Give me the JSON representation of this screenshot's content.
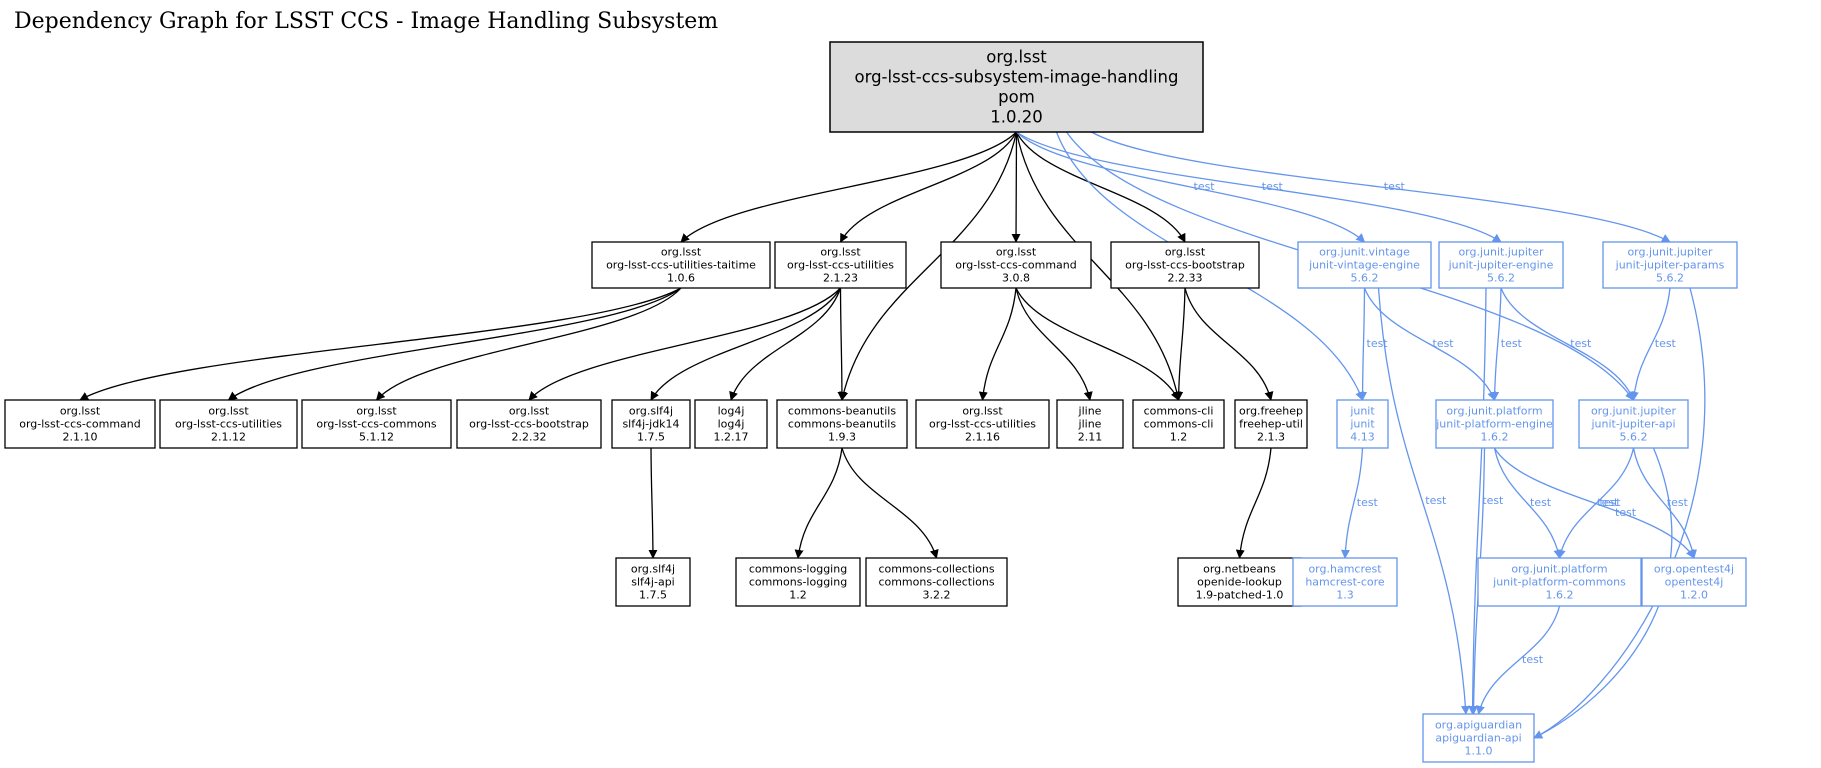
{
  "title": "Dependency Graph for LSST CCS - Image Handling Subsystem",
  "colors": {
    "compile": "#000000",
    "test": "#6495ed",
    "root_fill": "#dcdcdc"
  },
  "nodes": [
    {
      "id": "root",
      "lines": [
        "org.lsst",
        "org-lsst-ccs-subsystem-image-handling",
        "pom",
        "1.0.20"
      ],
      "scope": "root"
    },
    {
      "id": "taitime",
      "lines": [
        "org.lsst",
        "org-lsst-ccs-utilities-taitime",
        "1.0.6"
      ],
      "scope": "compile"
    },
    {
      "id": "util2123",
      "lines": [
        "org.lsst",
        "org-lsst-ccs-utilities",
        "2.1.23"
      ],
      "scope": "compile"
    },
    {
      "id": "cmd308",
      "lines": [
        "org.lsst",
        "org-lsst-ccs-command",
        "3.0.8"
      ],
      "scope": "compile"
    },
    {
      "id": "boot2233",
      "lines": [
        "org.lsst",
        "org-lsst-ccs-bootstrap",
        "2.2.33"
      ],
      "scope": "compile"
    },
    {
      "id": "vintage",
      "lines": [
        "org.junit.vintage",
        "junit-vintage-engine",
        "5.6.2"
      ],
      "scope": "test"
    },
    {
      "id": "jupeng",
      "lines": [
        "org.junit.jupiter",
        "junit-jupiter-engine",
        "5.6.2"
      ],
      "scope": "test"
    },
    {
      "id": "juppar",
      "lines": [
        "org.junit.jupiter",
        "junit-jupiter-params",
        "5.6.2"
      ],
      "scope": "test"
    },
    {
      "id": "cmd2110",
      "lines": [
        "org.lsst",
        "org-lsst-ccs-command",
        "2.1.10"
      ],
      "scope": "compile"
    },
    {
      "id": "util2112",
      "lines": [
        "org.lsst",
        "org-lsst-ccs-utilities",
        "2.1.12"
      ],
      "scope": "compile"
    },
    {
      "id": "commons5112",
      "lines": [
        "org.lsst",
        "org-lsst-ccs-commons",
        "5.1.12"
      ],
      "scope": "compile"
    },
    {
      "id": "boot2232",
      "lines": [
        "org.lsst",
        "org-lsst-ccs-bootstrap",
        "2.2.32"
      ],
      "scope": "compile"
    },
    {
      "id": "slf4jjdk",
      "lines": [
        "org.slf4j",
        "slf4j-jdk14",
        "1.7.5"
      ],
      "scope": "compile"
    },
    {
      "id": "log4j",
      "lines": [
        "log4j",
        "log4j",
        "1.2.17"
      ],
      "scope": "compile"
    },
    {
      "id": "beanutils",
      "lines": [
        "commons-beanutils",
        "commons-beanutils",
        "1.9.3"
      ],
      "scope": "compile"
    },
    {
      "id": "util2116",
      "lines": [
        "org.lsst",
        "org-lsst-ccs-utilities",
        "2.1.16"
      ],
      "scope": "compile"
    },
    {
      "id": "jline",
      "lines": [
        "jline",
        "jline",
        "2.11"
      ],
      "scope": "compile"
    },
    {
      "id": "cli",
      "lines": [
        "commons-cli",
        "commons-cli",
        "1.2"
      ],
      "scope": "compile"
    },
    {
      "id": "freehep",
      "lines": [
        "org.freehep",
        "freehep-util",
        "2.1.3"
      ],
      "scope": "compile"
    },
    {
      "id": "junit",
      "lines": [
        "junit",
        "junit",
        "4.13"
      ],
      "scope": "test"
    },
    {
      "id": "plateng",
      "lines": [
        "org.junit.platform",
        "junit-platform-engine",
        "1.6.2"
      ],
      "scope": "test"
    },
    {
      "id": "jupapi",
      "lines": [
        "org.junit.jupiter",
        "junit-jupiter-api",
        "5.6.2"
      ],
      "scope": "test"
    },
    {
      "id": "slf4japi",
      "lines": [
        "org.slf4j",
        "slf4j-api",
        "1.7.5"
      ],
      "scope": "compile"
    },
    {
      "id": "logging",
      "lines": [
        "commons-logging",
        "commons-logging",
        "1.2"
      ],
      "scope": "compile"
    },
    {
      "id": "collections",
      "lines": [
        "commons-collections",
        "commons-collections",
        "3.2.2"
      ],
      "scope": "compile"
    },
    {
      "id": "openide",
      "lines": [
        "org.netbeans",
        "openide-lookup",
        "1.9-patched-1.0"
      ],
      "scope": "compile"
    },
    {
      "id": "hamcrest",
      "lines": [
        "org.hamcrest",
        "hamcrest-core",
        "1.3"
      ],
      "scope": "test"
    },
    {
      "id": "platcom",
      "lines": [
        "org.junit.platform",
        "junit-platform-commons",
        "1.6.2"
      ],
      "scope": "test"
    },
    {
      "id": "opentest",
      "lines": [
        "org.opentest4j",
        "opentest4j",
        "1.2.0"
      ],
      "scope": "test"
    },
    {
      "id": "apiguard",
      "lines": [
        "org.apiguardian",
        "apiguardian-api",
        "1.1.0"
      ],
      "scope": "test"
    }
  ],
  "edges": [
    {
      "from": "root",
      "to": "taitime",
      "scope": "compile"
    },
    {
      "from": "root",
      "to": "util2123",
      "scope": "compile"
    },
    {
      "from": "root",
      "to": "beanutils",
      "scope": "compile"
    },
    {
      "from": "root",
      "to": "cmd308",
      "scope": "compile"
    },
    {
      "from": "root",
      "to": "cli",
      "scope": "compile"
    },
    {
      "from": "root",
      "to": "boot2233",
      "scope": "compile"
    },
    {
      "from": "root",
      "to": "junit",
      "scope": "test",
      "label": "test"
    },
    {
      "from": "root",
      "to": "vintage",
      "scope": "test",
      "label": "test"
    },
    {
      "from": "root",
      "to": "jupeng",
      "scope": "test",
      "label": "test"
    },
    {
      "from": "root",
      "to": "jupapi",
      "scope": "test",
      "label": "test"
    },
    {
      "from": "root",
      "to": "juppar",
      "scope": "test",
      "label": "test"
    },
    {
      "from": "taitime",
      "to": "cmd2110",
      "scope": "compile"
    },
    {
      "from": "taitime",
      "to": "util2112",
      "scope": "compile"
    },
    {
      "from": "taitime",
      "to": "commons5112",
      "scope": "compile"
    },
    {
      "from": "util2123",
      "to": "boot2232",
      "scope": "compile"
    },
    {
      "from": "util2123",
      "to": "slf4jjdk",
      "scope": "compile"
    },
    {
      "from": "util2123",
      "to": "log4j",
      "scope": "compile"
    },
    {
      "from": "util2123",
      "to": "beanutils",
      "scope": "compile"
    },
    {
      "from": "cmd308",
      "to": "util2116",
      "scope": "compile"
    },
    {
      "from": "cmd308",
      "to": "jline",
      "scope": "compile"
    },
    {
      "from": "cmd308",
      "to": "cli",
      "scope": "compile"
    },
    {
      "from": "boot2233",
      "to": "cli",
      "scope": "compile"
    },
    {
      "from": "boot2233",
      "to": "freehep",
      "scope": "compile"
    },
    {
      "from": "slf4jjdk",
      "to": "slf4japi",
      "scope": "compile"
    },
    {
      "from": "beanutils",
      "to": "logging",
      "scope": "compile"
    },
    {
      "from": "beanutils",
      "to": "collections",
      "scope": "compile"
    },
    {
      "from": "freehep",
      "to": "openide",
      "scope": "compile"
    },
    {
      "from": "vintage",
      "to": "junit",
      "scope": "test",
      "label": "test"
    },
    {
      "from": "vintage",
      "to": "plateng",
      "scope": "test",
      "label": "test"
    },
    {
      "from": "vintage",
      "to": "apiguard",
      "scope": "test",
      "label": "test"
    },
    {
      "from": "jupeng",
      "to": "plateng",
      "scope": "test",
      "label": "test"
    },
    {
      "from": "jupeng",
      "to": "jupapi",
      "scope": "test",
      "label": "test"
    },
    {
      "from": "jupeng",
      "to": "apiguard",
      "scope": "test",
      "label": "test"
    },
    {
      "from": "juppar",
      "to": "jupapi",
      "scope": "test",
      "label": "test"
    },
    {
      "from": "juppar",
      "to": "apiguard",
      "scope": "test",
      "label": "test"
    },
    {
      "from": "junit",
      "to": "hamcrest",
      "scope": "test",
      "label": "test"
    },
    {
      "from": "plateng",
      "to": "platcom",
      "scope": "test",
      "label": "test"
    },
    {
      "from": "plateng",
      "to": "opentest",
      "scope": "test",
      "label": "test"
    },
    {
      "from": "plateng",
      "to": "apiguard",
      "scope": "test",
      "label": "test"
    },
    {
      "from": "jupapi",
      "to": "platcom",
      "scope": "test",
      "label": "test"
    },
    {
      "from": "jupapi",
      "to": "opentest",
      "scope": "test",
      "label": "test"
    },
    {
      "from": "jupapi",
      "to": "apiguard",
      "scope": "test",
      "label": "test"
    },
    {
      "from": "platcom",
      "to": "apiguard",
      "scope": "test",
      "label": "test"
    }
  ]
}
